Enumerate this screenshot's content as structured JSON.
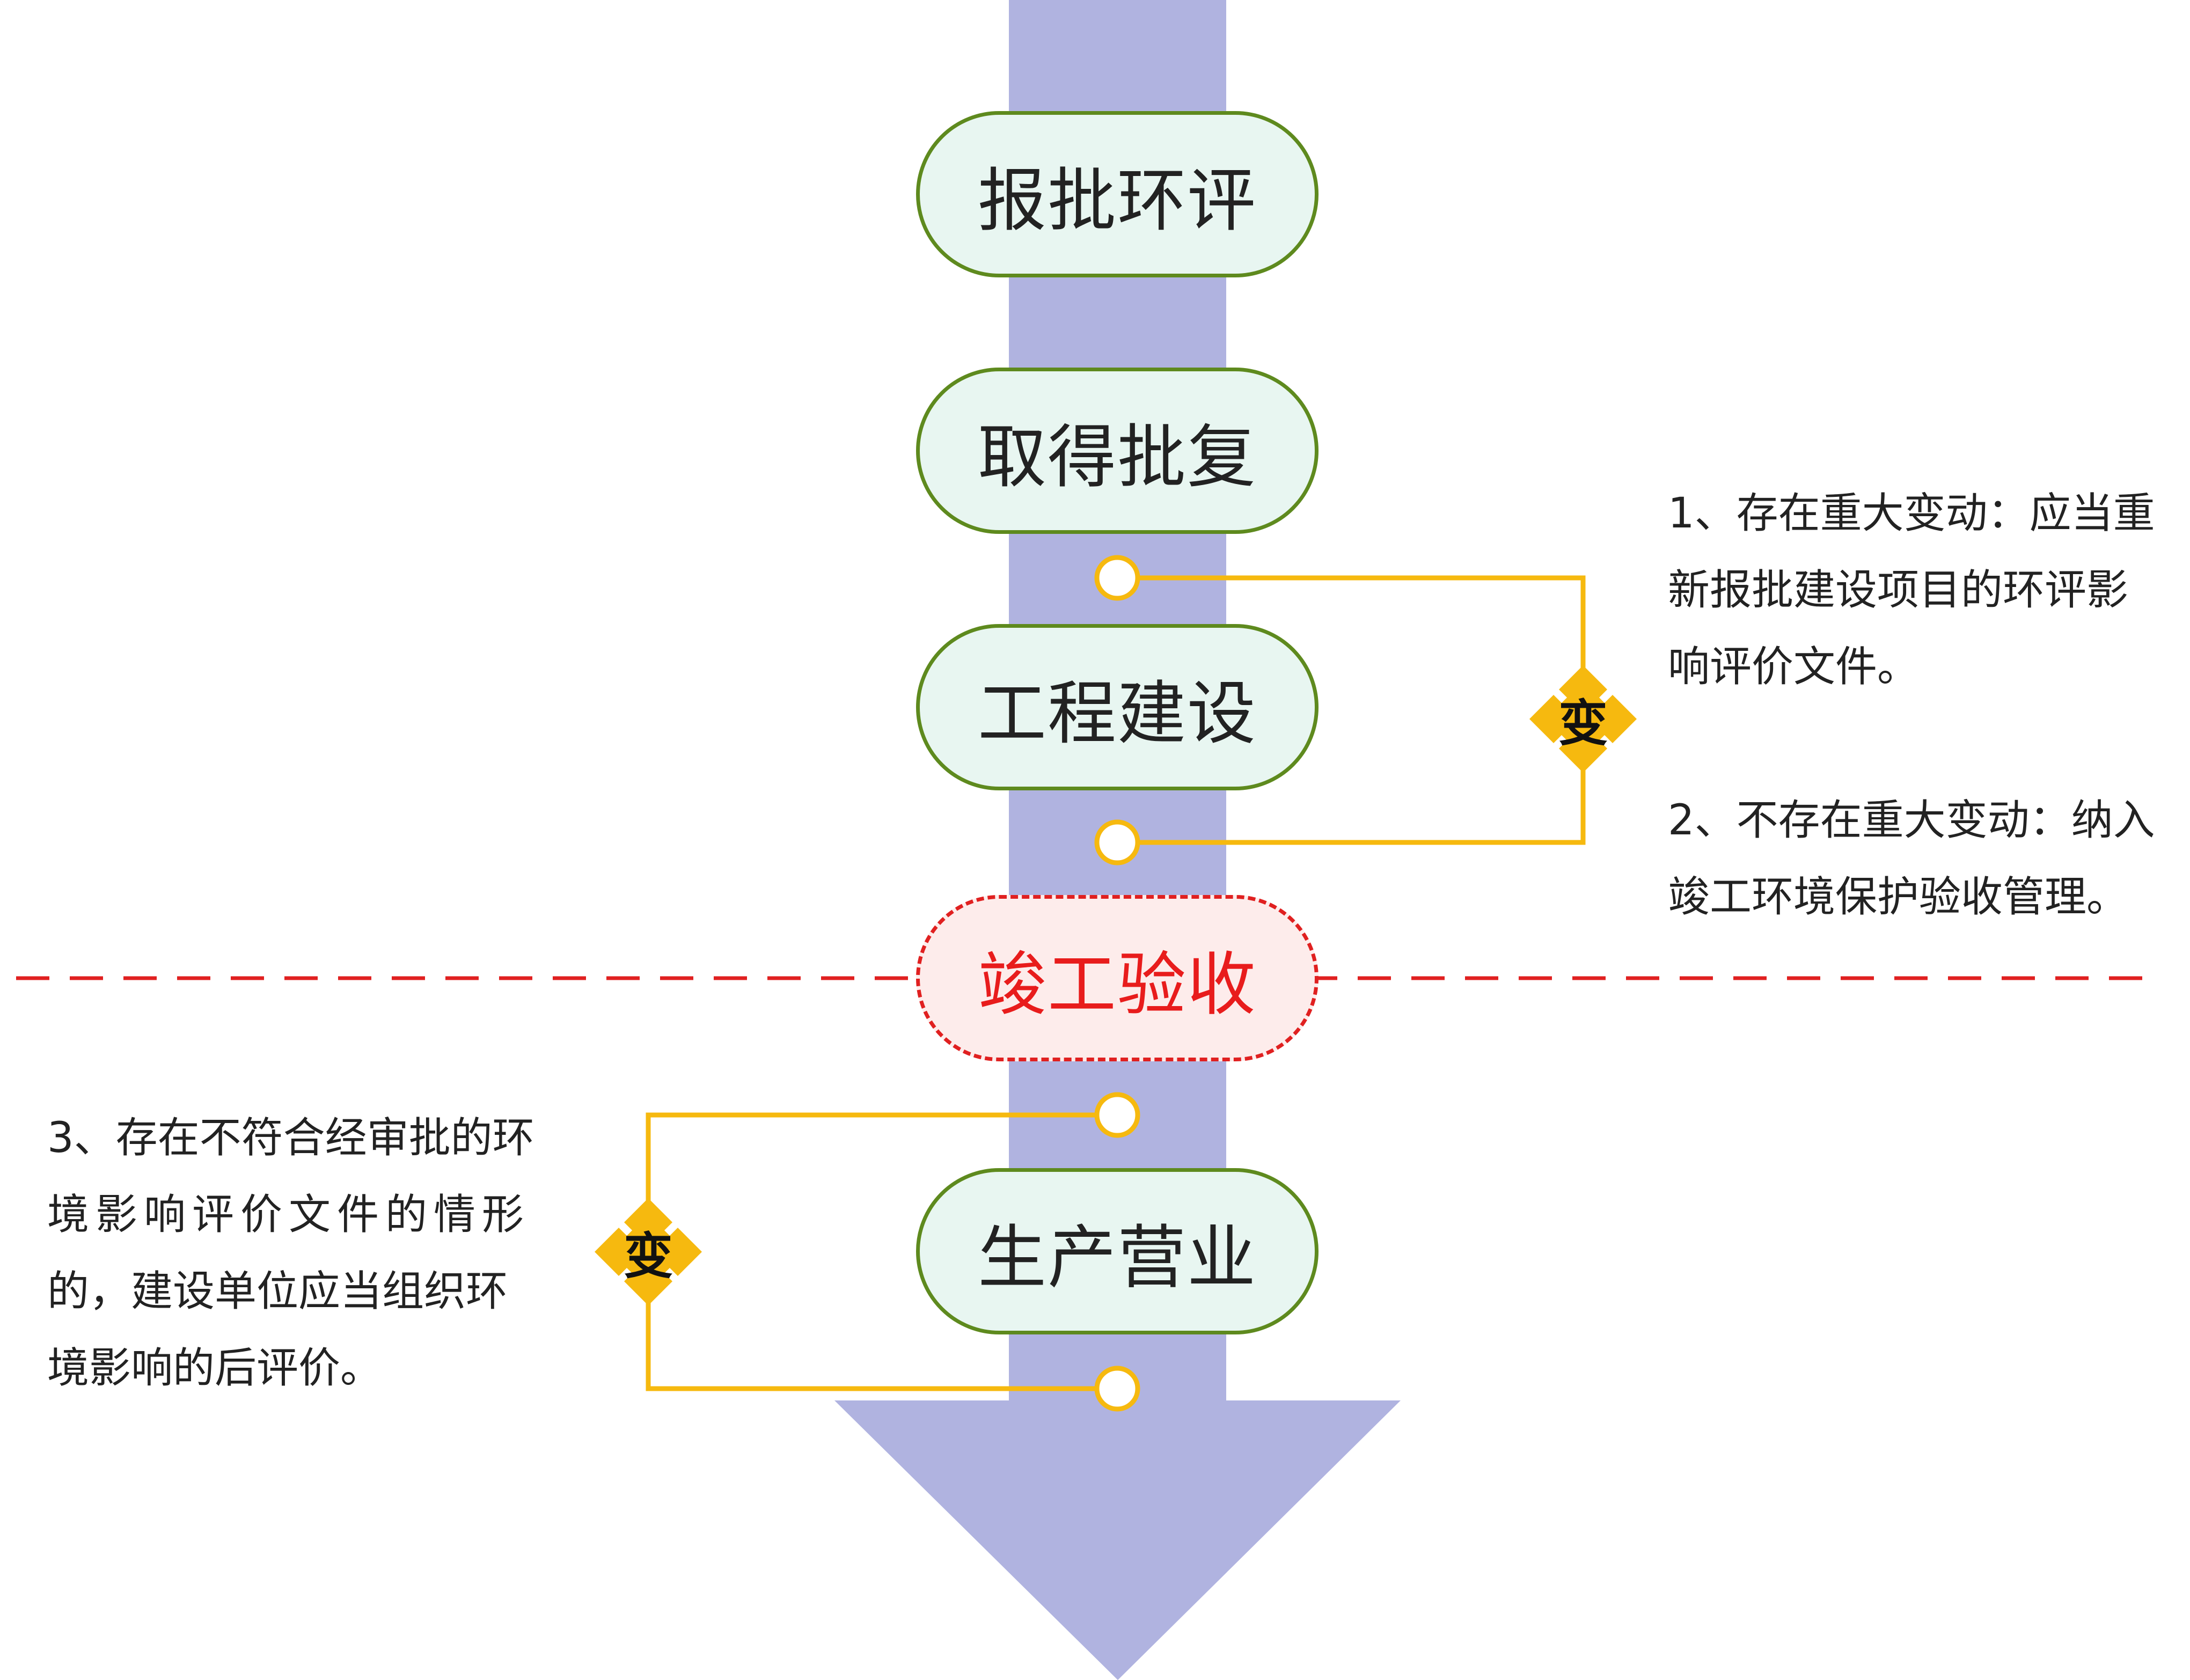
{
  "colors": {
    "arrow": "#b0b3e0",
    "stage_fill": "#e8f6f1",
    "stage_border": "#5e8a1e",
    "acceptance_fill": "#fdeceb",
    "acceptance_text": "#e81c1c",
    "divider": "#e02020",
    "connector": "#f6b90f"
  },
  "stages": [
    {
      "label": "报批环评"
    },
    {
      "label": "取得批复"
    },
    {
      "label": "工程建设"
    },
    {
      "label": "竣工验收"
    },
    {
      "label": "生产营业"
    }
  ],
  "badges": {
    "right": "变",
    "left": "变"
  },
  "notes": {
    "right_1": [
      "1、存在重大变动：应当重",
      "新报批建设项目的环评影",
      "响评价文件。"
    ],
    "right_2": [
      "2、不存在重大变动：纳入",
      "竣工环境保护验收管理。"
    ],
    "left_3": [
      "3、存在不符合经审批的环",
      "境影响评价文件的情形",
      "的，建设单位应当组织环",
      "境影响的后评价。"
    ]
  }
}
